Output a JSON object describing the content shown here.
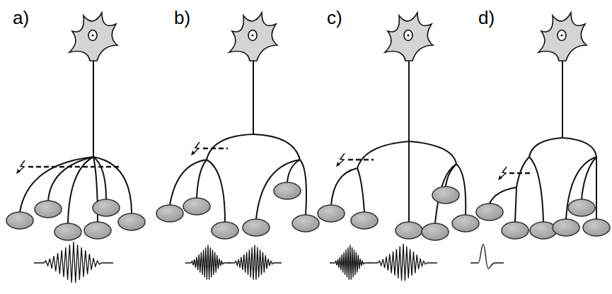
{
  "diagram": {
    "labels": [
      "a)",
      "b)",
      "c)",
      "d)"
    ]
  }
}
